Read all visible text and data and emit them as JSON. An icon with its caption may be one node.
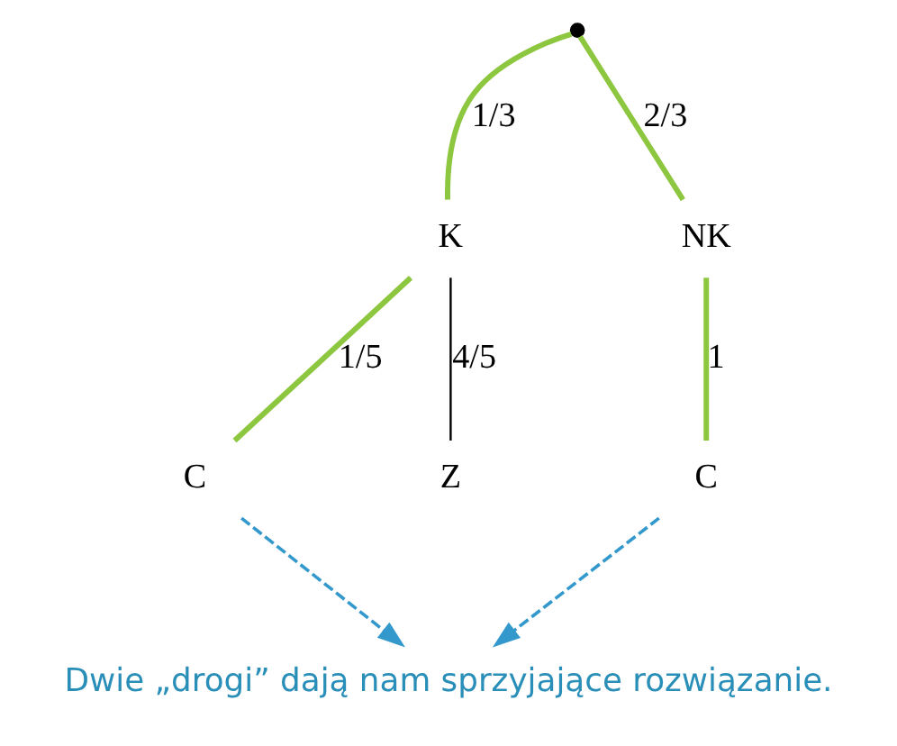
{
  "diagram": {
    "nodes": [
      {
        "text": [],
        "shape": "circle"
      },
      {
        "text": [
          "K"
        ]
      },
      {
        "text": [
          "NK"
        ]
      },
      {
        "text": [
          "C"
        ]
      },
      {
        "text": [
          "Z"
        ]
      },
      {
        "text": [
          "C"
        ]
      },
      {
        "text": [
          "Dwie „drogi” dają nam sprzyjające rozwiązanie."
        ]
      }
    ],
    "edges": [
      {
        "from": 0,
        "to": 1,
        "arrow": "none",
        "label": "1/3"
      },
      {
        "from": 0,
        "to": 2,
        "arrow": "none",
        "label": "2/3"
      },
      {
        "from": 1,
        "to": 3,
        "arrow": "none",
        "label": "1/5"
      },
      {
        "from": 1,
        "to": 4,
        "arrow": "none",
        "label": "4/5",
        "color": "#000000"
      },
      {
        "from": 2,
        "to": 5,
        "arrow": "none",
        "label": "1"
      },
      {
        "from": 3,
        "to": 6,
        "arrow": "to",
        "style": "dashed",
        "color": "#3399cc"
      },
      {
        "from": 5,
        "to": 6,
        "arrow": "to",
        "style": "dashed",
        "color": "#3399cc"
      }
    ]
  }
}
